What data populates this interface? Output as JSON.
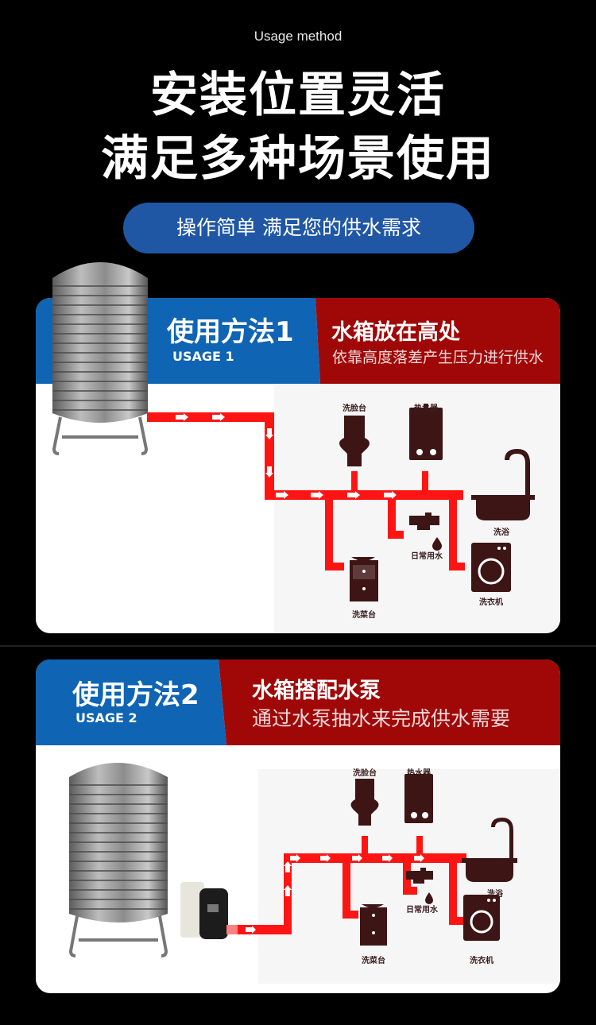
{
  "header": {
    "subtitle": "Usage method",
    "headline_line1": "安装位置灵活",
    "headline_line2": "满足多种场景使用",
    "pill_text": "操作简单 满足您的供水需求"
  },
  "colors": {
    "background": "#000000",
    "pill_blue": "#1f57a5",
    "header_blue": "#0f64b4",
    "header_red": "#a00808",
    "pipe_red": "#ff1414",
    "icon_brown": "#3d1515"
  },
  "usages": [
    {
      "title": "使用方法1",
      "subtitle": "USAGE 1",
      "right_title": "水箱放在高处",
      "right_subtitle": "依靠高度落差产生压力进行供水",
      "labels": {
        "washbasin": "洗脸台",
        "water_heater": "热水器",
        "bath": "洗浴",
        "daily_water": "日常用水",
        "washing_machine": "洗衣机",
        "vegetable_sink": "洗菜台"
      }
    },
    {
      "title": "使用方法2",
      "subtitle": "USAGE 2",
      "right_title": "水箱搭配水泵",
      "right_subtitle": "通过水泵抽水来完成供水需要",
      "labels": {
        "washbasin": "洗脸台",
        "water_heater": "热水器",
        "bath": "洗浴",
        "daily_water": "日常用水",
        "washing_machine": "洗衣机",
        "vegetable_sink": "洗菜台"
      }
    }
  ]
}
